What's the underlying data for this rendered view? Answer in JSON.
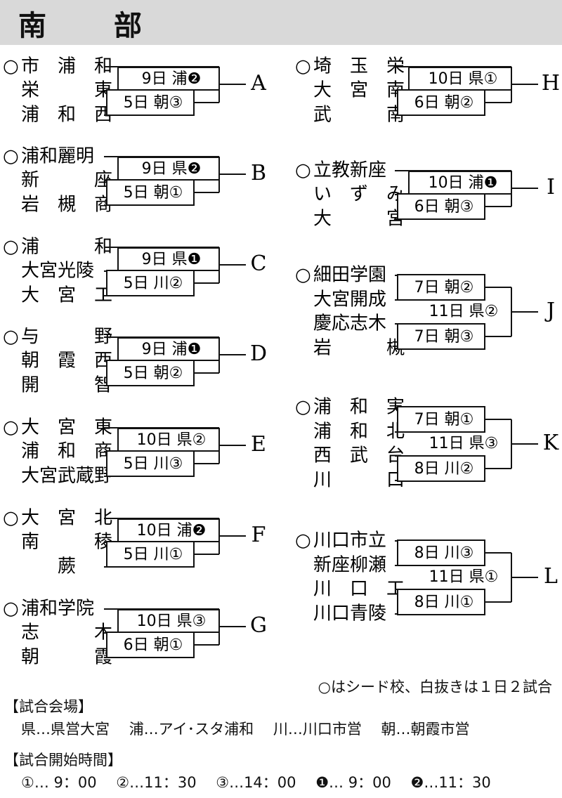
{
  "header": {
    "title": "南　部"
  },
  "blocks": {
    "A": {
      "letter": "A",
      "teams": [
        {
          "name": "市　浦　和",
          "seed": true
        },
        {
          "name": "栄　　　東"
        },
        {
          "name": "浦　和　西"
        }
      ],
      "matches": [
        "9日 浦❷",
        "5日 朝③"
      ]
    },
    "B": {
      "letter": "B",
      "teams": [
        {
          "name": "浦和麗明",
          "seed": true
        },
        {
          "name": "新　　　座"
        },
        {
          "name": "岩　槻　商"
        }
      ],
      "matches": [
        "9日 県❷",
        "5日 朝①"
      ]
    },
    "C": {
      "letter": "C",
      "teams": [
        {
          "name": "浦　　　和",
          "seed": true
        },
        {
          "name": "大宮光陵"
        },
        {
          "name": "大　宮　工"
        }
      ],
      "matches": [
        "9日 県❶",
        "5日 川②"
      ]
    },
    "D": {
      "letter": "D",
      "teams": [
        {
          "name": "与　　　野",
          "seed": true
        },
        {
          "name": "朝　霞　西"
        },
        {
          "name": "開　　　智"
        }
      ],
      "matches": [
        "9日 浦❶",
        "5日 朝②"
      ]
    },
    "E": {
      "letter": "E",
      "teams": [
        {
          "name": "大　宮　東",
          "seed": true
        },
        {
          "name": "浦　和　商"
        },
        {
          "name": "大宮武蔵野"
        }
      ],
      "matches": [
        "10日 県②",
        "5日 川③"
      ]
    },
    "F": {
      "letter": "F",
      "teams": [
        {
          "name": "大　宮　北",
          "seed": true
        },
        {
          "name": "南　　　稜"
        },
        {
          "name": "　　蕨"
        }
      ],
      "matches": [
        "10日 浦❷",
        "5日 川①"
      ]
    },
    "G": {
      "letter": "G",
      "teams": [
        {
          "name": "浦和学院",
          "seed": true
        },
        {
          "name": "志　　　木"
        },
        {
          "name": "朝　　　霞"
        }
      ],
      "matches": [
        "10日 県③",
        "6日 朝①"
      ]
    },
    "H": {
      "letter": "H",
      "teams": [
        {
          "name": "埼　玉　栄",
          "seed": true
        },
        {
          "name": "大　宮　南"
        },
        {
          "name": "武　　　南"
        }
      ],
      "matches": [
        "10日 県①",
        "6日 朝②"
      ]
    },
    "I": {
      "letter": "I",
      "teams": [
        {
          "name": "立教新座",
          "seed": true
        },
        {
          "name": "い　ず　み"
        },
        {
          "name": "大　　　宮"
        }
      ],
      "matches": [
        "10日 浦❶",
        "6日 朝③"
      ]
    },
    "J": {
      "letter": "J",
      "teams": [
        {
          "name": "細田学園",
          "seed": true
        },
        {
          "name": "大宮開成"
        },
        {
          "name": "慶応志木"
        },
        {
          "name": "岩　　　槻"
        }
      ],
      "matches": [
        "7日 朝②",
        "11日 県②",
        "7日 朝③"
      ]
    },
    "K": {
      "letter": "K",
      "teams": [
        {
          "name": "浦　和　実",
          "seed": true
        },
        {
          "name": "浦　和　北"
        },
        {
          "name": "西　武　台"
        },
        {
          "name": "川　　　口"
        }
      ],
      "matches": [
        "7日 朝①",
        "11日 県③",
        "8日 川②"
      ]
    },
    "L": {
      "letter": "L",
      "teams": [
        {
          "name": "川口市立",
          "seed": true
        },
        {
          "name": "新座柳瀬"
        },
        {
          "name": "川　口　工"
        },
        {
          "name": "川口青陵"
        }
      ],
      "matches": [
        "8日 川③",
        "11日 県①",
        "8日 川①"
      ]
    }
  },
  "seed_mark": "○",
  "footer": {
    "legend_note": "○はシード校、白抜きは１日２試合",
    "venue_heading": "【試合会場】",
    "venues": [
      "県…県営大宮",
      "浦…アイ･スタ浦和",
      "川…川口市営",
      "朝…朝霞市営"
    ],
    "time_heading": "【試合開始時間】",
    "times": [
      "①… 9：00",
      "②…11：30",
      "③…14：00",
      "❶… 9：00",
      "❷…11：30"
    ]
  }
}
